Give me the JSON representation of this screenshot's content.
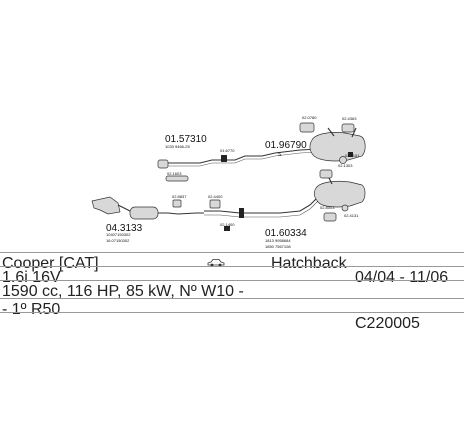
{
  "part_labels": {
    "p1": "01.57310",
    "p1_sub": "1033 9466-25",
    "p2": "01.96790",
    "p2_sub": "S",
    "p3": "02.0780",
    "p4": "02.4363",
    "p5": "02.3151",
    "p6": "02.1303",
    "p7": "01.6770",
    "p8": "02.1603",
    "p9": "02.8837",
    "p10": "02.4400",
    "p11": "02.1400",
    "p12": "04.3133",
    "p12_sub1": "10407150302",
    "p12_sub2": "16.07150302",
    "p13": "01.60334",
    "p13_sub1": "1813 9958684",
    "p13_sub2": "1850 7567108",
    "p14": "02.8003",
    "p15": "02.4131"
  },
  "vehicle": {
    "model": "Cooper [CAT]",
    "body_type": "Hatchback",
    "engine": "1.6i 16V",
    "period": "04/04 - 11/06",
    "specs": "1590 cc, 116 HP, 85 kW, Nº W10 -",
    "chassis": "- 1º R50",
    "code": "C220005"
  },
  "icons": {
    "car": "car-icon"
  }
}
